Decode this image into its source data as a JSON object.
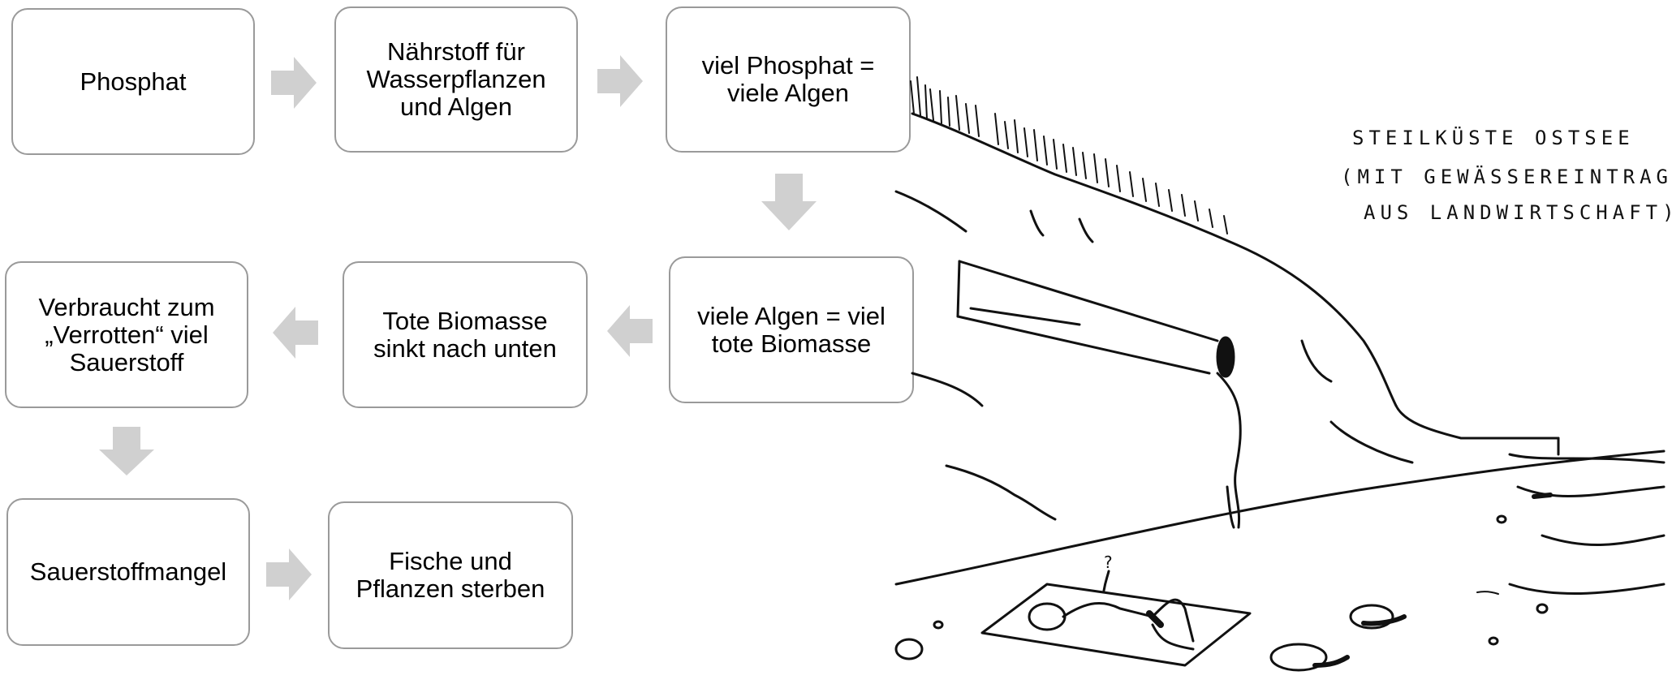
{
  "flow": {
    "phosphat": "Phosphat",
    "naehrstoff": "Nährstoff für\nWasserpflanzen\nund Algen",
    "viel_phosphat": "viel Phosphat =\nviele Algen",
    "viele_algen": "viele Algen = viel\ntote Biomasse",
    "tote_biomasse": "Tote Biomasse\nsinkt nach unten",
    "verbraucht": "Verbraucht zum\n„Verrotten“ viel\nSauerstoff",
    "sauerstoffmangel": "Sauerstoffmangel",
    "fische": "Fische und\nPflanzen sterben"
  },
  "illustration": {
    "caption_line1": "STEILKÜSTE OSTSEE",
    "caption_line2": "(MIT GEWÄSSEREINTRAG",
    "caption_line3": "AUS LANDWIRTSCHAFT)"
  },
  "colors": {
    "box_border": "#9a9a9a",
    "arrow_fill": "#d0d0d0",
    "ink": "#111111"
  }
}
